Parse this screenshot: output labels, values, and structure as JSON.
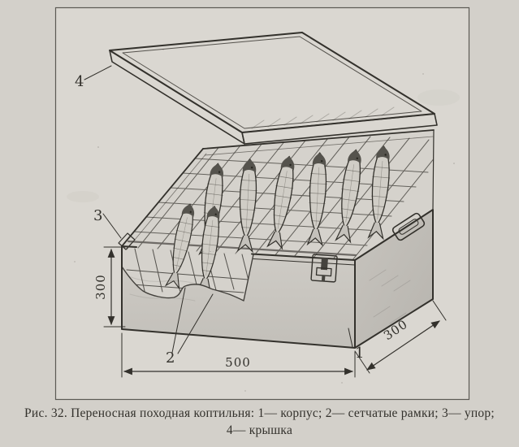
{
  "colors": {
    "paper_outer": "#d3d0ca",
    "paper_inner": "#dad7d1",
    "ink": "#33312c",
    "shade": "#b9b6b0"
  },
  "figure": {
    "callout_lid": "4",
    "callout_stop": "3",
    "callout_frames": "2",
    "callout_body": "1",
    "dim_width": "500",
    "dim_height": "300",
    "dim_depth": "300"
  },
  "caption": {
    "line1": "Рис. 32. Переносная походная коптильня: 1— корпус; 2— сетчатые рамки; 3— упор;",
    "line2": "4— крышка"
  }
}
